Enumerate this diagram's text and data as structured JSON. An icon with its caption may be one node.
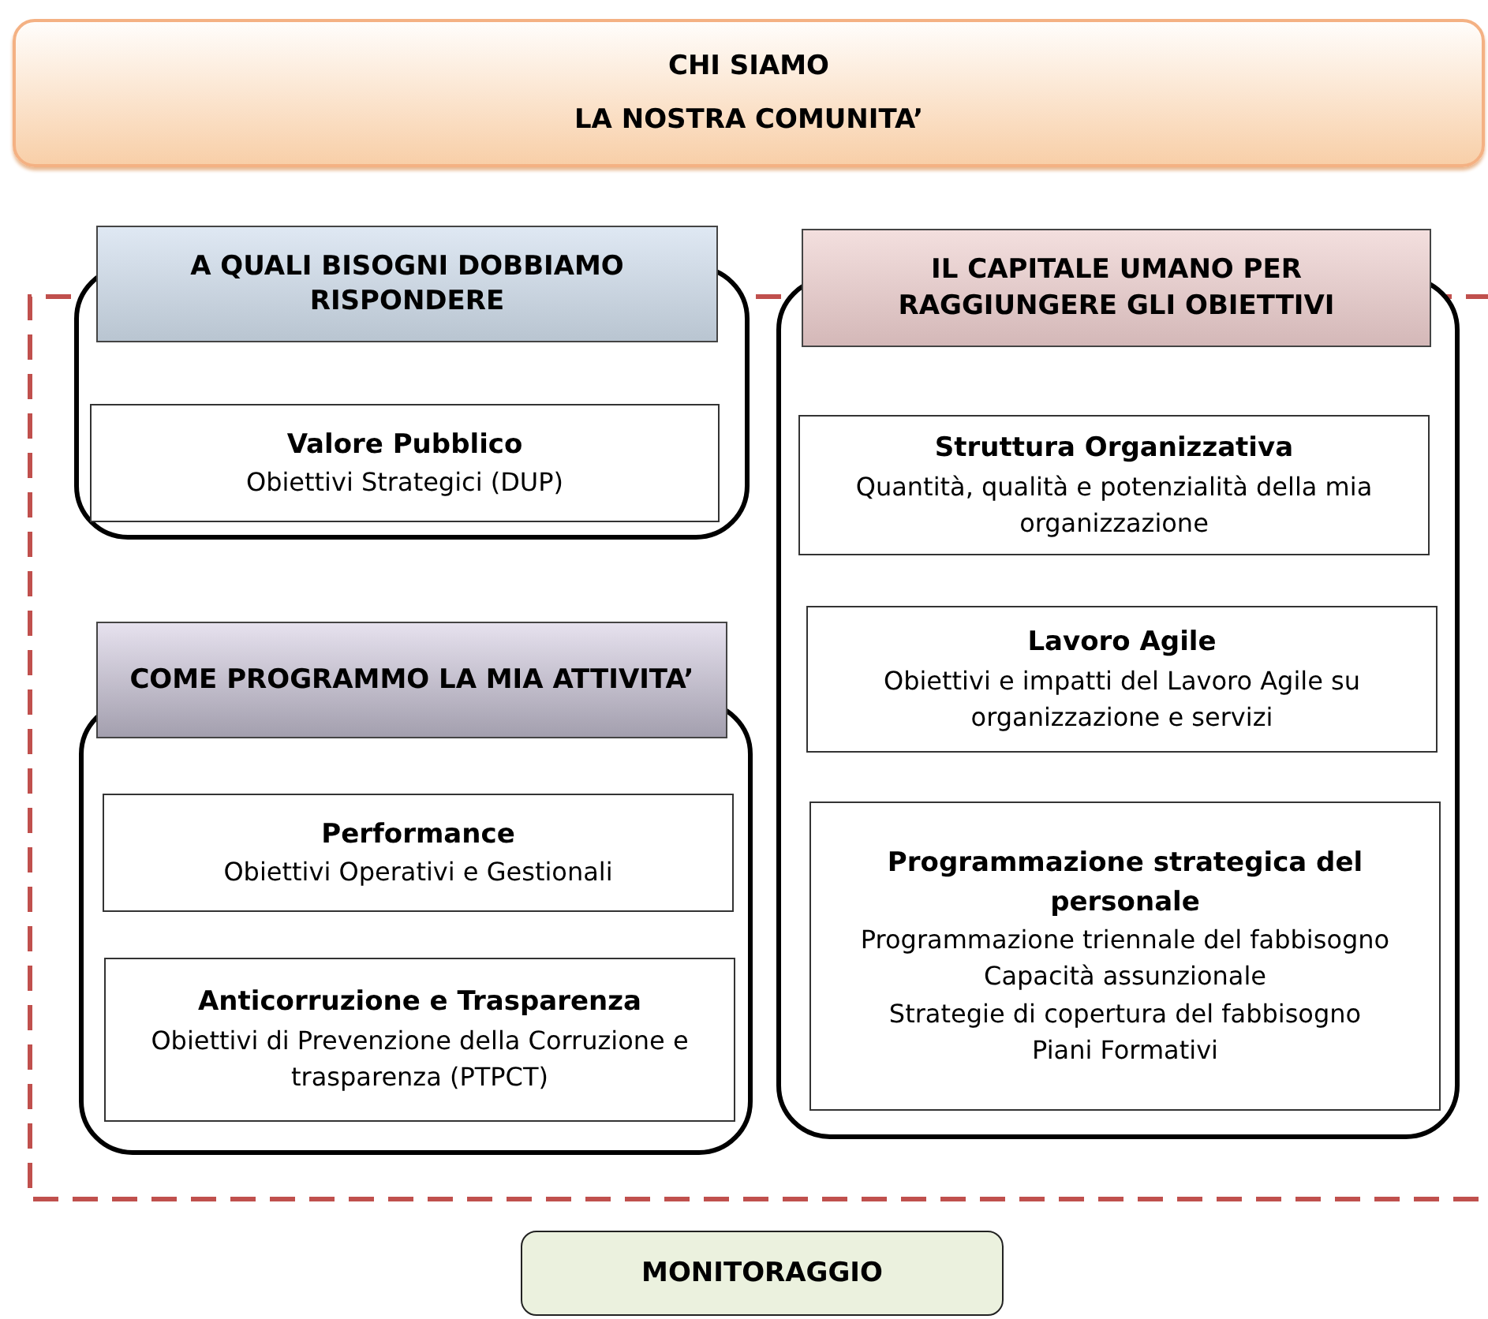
{
  "diagram": {
    "nodes": [
      {
        "text": [
          "CHI SIAMO",
          "LA NOSTRA COMUNITA’"
        ]
      },
      {
        "text": [
          "A QUALI BISOGNI DOBBIAMO RISPONDERE"
        ]
      },
      {
        "text": [
          "Valore Pubblico",
          "Obiettivi Strategici (DUP)"
        ],
        "in": 1
      },
      {
        "text": [
          "COME PROGRAMMO LA MIA ATTIVITA’"
        ]
      },
      {
        "text": [
          "Performance",
          "Obiettivi Operativi e Gestionali"
        ],
        "in": 3
      },
      {
        "text": [
          "Anticorruzione e Trasparenza",
          "Obiettivi di Prevenzione della Corruzione e trasparenza (PTPCT)"
        ],
        "in": 3
      },
      {
        "text": [
          "IL CAPITALE UMANO PER RAGGIUNGERE GLI OBIETTIVI"
        ]
      },
      {
        "text": [
          "Struttura Organizzativa",
          "Quantità, qualità e potenzialità della mia organizzazione"
        ],
        "in": 6
      },
      {
        "text": [
          "Lavoro Agile",
          "Obiettivi e impatti del Lavoro Agile su organizzazione e servizi"
        ],
        "in": 6
      },
      {
        "text": [
          "Programmazione strategica del personale",
          "Programmazione triennale del fabbisogno",
          "Capacità assunzionale",
          "Strategie di copertura del fabbisogno",
          "Piani Formativi"
        ],
        "in": 6
      },
      {
        "text": [
          "MONITORAGGIO"
        ]
      }
    ]
  }
}
